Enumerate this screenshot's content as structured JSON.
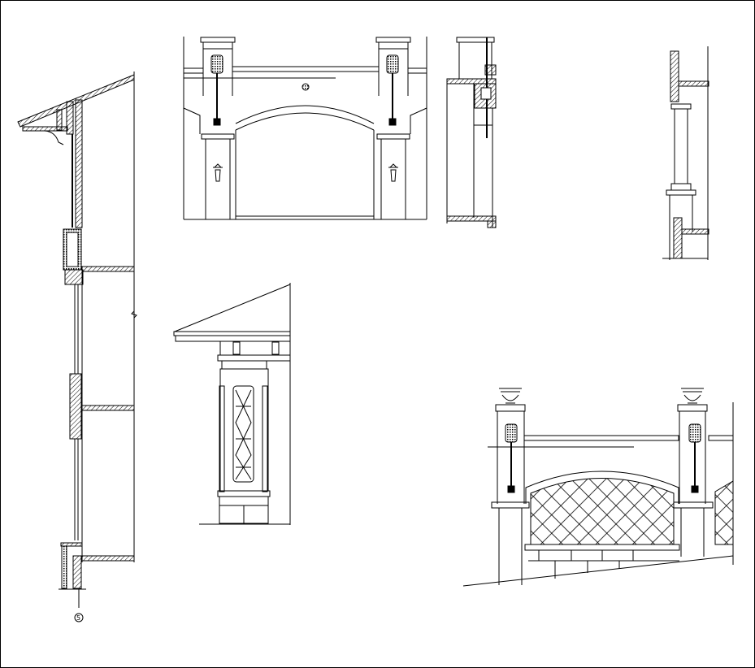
{
  "drawing": {
    "type": "architectural CAD elevations and sections",
    "line_color": "#000000",
    "background": "#ffffff",
    "views": [
      {
        "id": "wall-section",
        "label": "Exterior wall section with eave, windows and floor slabs"
      },
      {
        "id": "gate-elevation",
        "label": "Arched gate elevation with lantern piers"
      },
      {
        "id": "gate-section",
        "label": "Gate section"
      },
      {
        "id": "column-section",
        "label": "Column section"
      },
      {
        "id": "pier-elevation",
        "label": "Pier elevation with lattice panel and hipped cap"
      },
      {
        "id": "fence-elevation",
        "label": "Fence elevation with urn-capped piers and diamond lattice"
      }
    ],
    "grid_bubble": {
      "label": "5"
    }
  }
}
